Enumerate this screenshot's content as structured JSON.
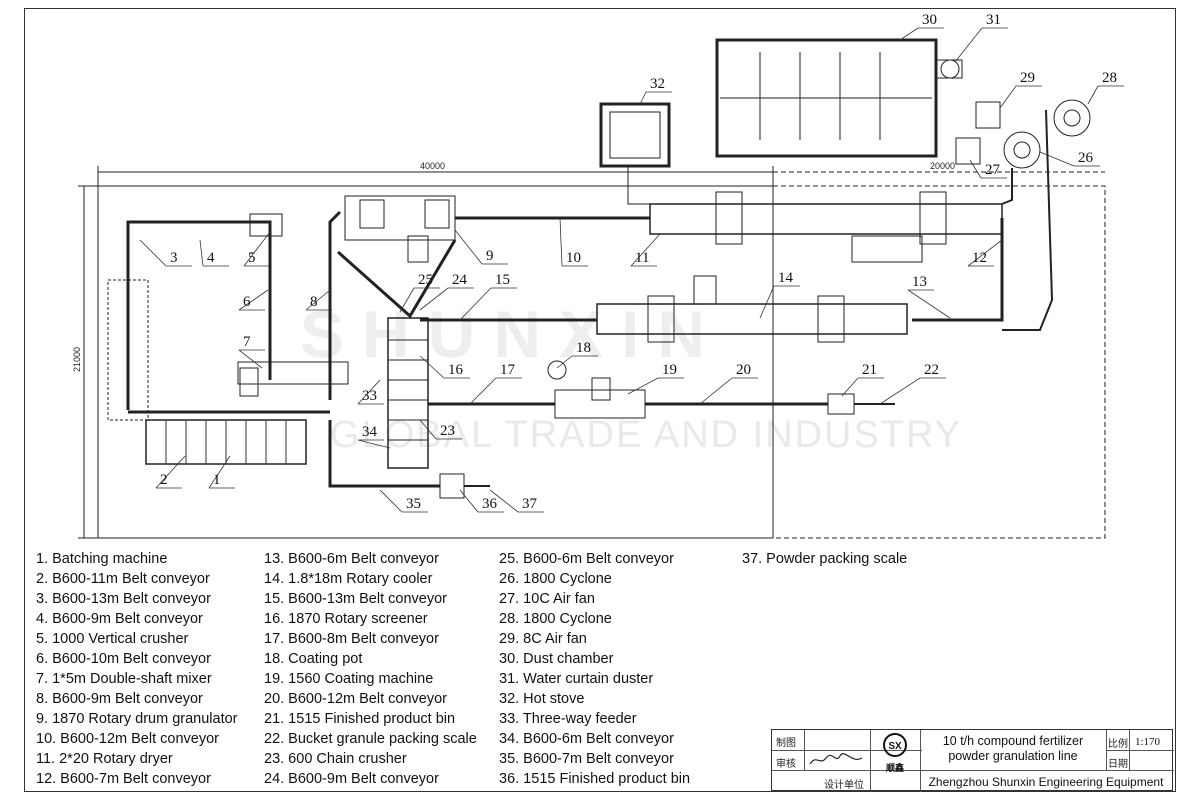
{
  "legend": {
    "col1": [
      "1. Batching machine",
      "2. B600-11m Belt conveyor",
      "3. B600-13m Belt conveyor",
      "4. B600-9m Belt conveyor",
      "5. 1000 Vertical crusher",
      "6. B600-10m Belt conveyor",
      "7. 1*5m Double-shaft mixer",
      "8. B600-9m Belt conveyor",
      "9. 1870 Rotary drum granulator",
      "10. B600-12m Belt conveyor",
      "11. 2*20 Rotary dryer",
      "12. B600-7m Belt conveyor"
    ],
    "col2": [
      "13. B600-6m Belt conveyor",
      "14. 1.8*18m Rotary cooler",
      "15. B600-13m Belt conveyor",
      "16. 1870 Rotary screener",
      "17. B600-8m Belt conveyor",
      "18. Coating pot",
      "19. 1560 Coating machine",
      "20. B600-12m Belt conveyor",
      "21. 1515 Finished product bin",
      "22. Bucket granule packing scale",
      "23. 600 Chain crusher",
      "24. B600-9m Belt conveyor"
    ],
    "col3": [
      "25. B600-6m Belt conveyor",
      "26. 1800 Cyclone",
      "27. 10C Air fan",
      "28. 1800 Cyclone",
      "29.  8C Air fan",
      "30. Dust chamber",
      "31. Water curtain duster",
      "32. Hot stove",
      "33. Three-way feeder",
      "34. B600-6m Belt conveyor",
      "35. B600-7m Belt conveyor",
      "36. 1515 Finished product bin"
    ],
    "col4": [
      "37. Powder packing scale"
    ]
  },
  "drawing": {
    "dimension_width": "40000",
    "dimension_right": "20000",
    "dimension_height": "21000",
    "callouts": [
      "1",
      "2",
      "3",
      "4",
      "5",
      "6",
      "7",
      "8",
      "9",
      "10",
      "11",
      "12",
      "13",
      "14",
      "15",
      "16",
      "17",
      "18",
      "19",
      "20",
      "21",
      "22",
      "23",
      "24",
      "25",
      "26",
      "27",
      "28",
      "29",
      "30",
      "31",
      "32",
      "33",
      "34",
      "35",
      "36",
      "37"
    ]
  },
  "title_block": {
    "label_drawn": "制图",
    "label_review": "审核",
    "label_unit": "设计单位",
    "label_scale": "比例",
    "label_date": "日期",
    "scale_value": "1:170",
    "title_line1": "10 t/h compound fertilizer",
    "title_line2": "powder granulation line",
    "company": "Zhengzhou Shunxin Engineering Equipment",
    "logo_text": "SX",
    "logo_caption": "顺鑫"
  },
  "watermark": {
    "line1": "SHUNXIN",
    "line2": "GLOBAL TRADE AND INDUSTRY"
  }
}
